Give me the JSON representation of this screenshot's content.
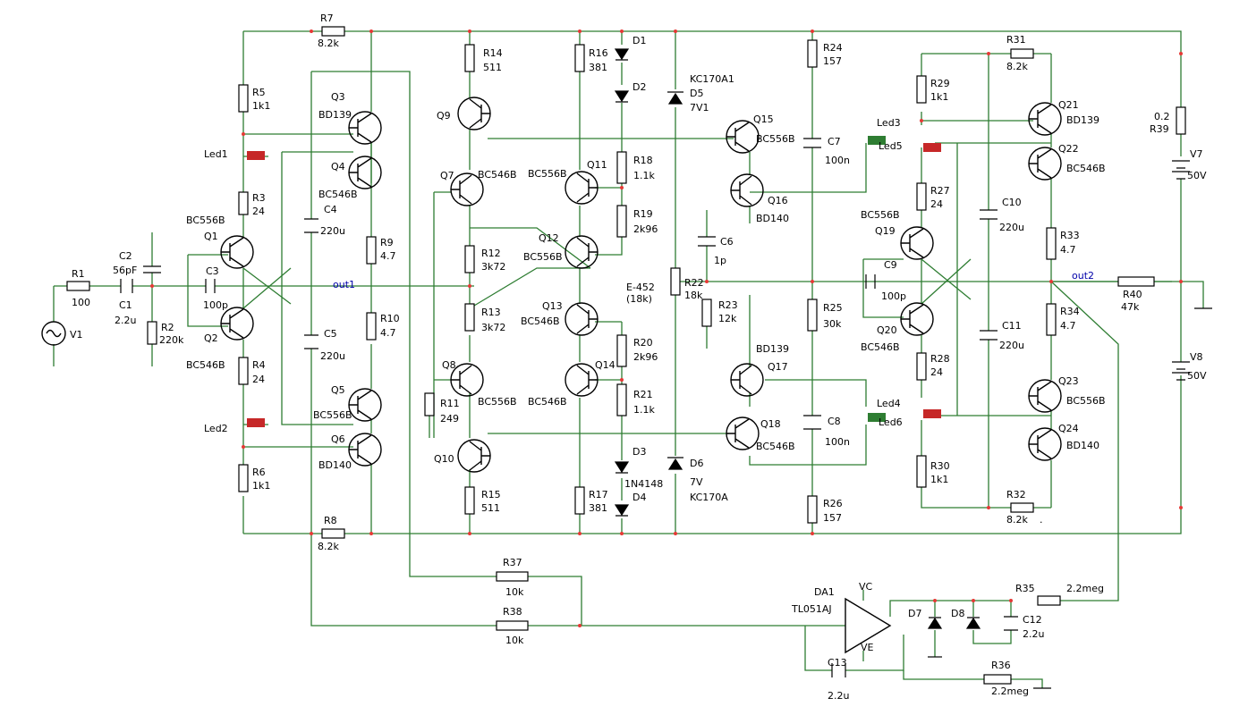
{
  "labels": {
    "R1": "R1",
    "R1v": "100",
    "R2": "R2",
    "R2v": "220k",
    "R3": "R3",
    "R3v": "24",
    "R4": "R4",
    "R4v": "24",
    "R5": "R5",
    "R5v": "1k1",
    "R6": "R6",
    "R6v": "1k1",
    "R7": "R7",
    "R7v": "8.2k",
    "R8": "R8",
    "R8v": "8.2k",
    "R9": "R9",
    "R9v": "4.7",
    "R10": "R10",
    "R10v": "4.7",
    "R11": "R11",
    "R11v": "249",
    "R12": "R12",
    "R12v": "3k72",
    "R13": "R13",
    "R13v": "3k72",
    "R14": "R14",
    "R14v": "511",
    "R15": "R15",
    "R15v": "511",
    "R16": "R16",
    "R16v": "381",
    "R17": "R17",
    "R17v": "381",
    "R18": "R18",
    "R18v": "1.1k",
    "R19": "R19",
    "R19v": "2k96",
    "R20": "R20",
    "R20v": "2k96",
    "R21": "R21",
    "R21v": "1.1k",
    "R22": "R22",
    "R22v": "18k",
    "R23": "R23",
    "R23v": "12k",
    "R24": "R24",
    "R24v": "157",
    "R25": "R25",
    "R25v": "30k",
    "R26": "R26",
    "R26v": "157",
    "R27": "R27",
    "R27v": "24",
    "R28": "R28",
    "R28v": "24",
    "R29": "R29",
    "R29v": "1k1",
    "R30": "R30",
    "R30v": "1k1",
    "R31": "R31",
    "R31v": "8.2k",
    "R32": "R32",
    "R32v": "8.2k",
    "R33": "R33",
    "R33v": "4.7",
    "R34": "R34",
    "R34v": "4.7",
    "R35": "R35",
    "R35v": "2.2meg",
    "R36": "R36",
    "R36v": "2.2meg",
    "R37": "R37",
    "R37v": "10k",
    "R38": "R38",
    "R38v": "10k",
    "R39": "R39",
    "R39v": "0.2",
    "R40": "R40",
    "R40v": "47k",
    "C1": "C1",
    "C1v": "2.2u",
    "C2": "C2",
    "C2v": "56pF",
    "C3": "C3",
    "C3v": "100p",
    "C4": "C4",
    "C4v": "220u",
    "C5": "C5",
    "C5v": "220u",
    "C6": "C6",
    "C6v": "1p",
    "C7": "C7",
    "C7v": "100n",
    "C8": "C8",
    "C8v": "100n",
    "C9": "C9",
    "C9v": "100p",
    "C10": "C10",
    "C10v": "220u",
    "C11": "C11",
    "C11v": "220u",
    "C12": "C12",
    "C12v": "2.2u",
    "C13": "C13",
    "C13v": "2.2u",
    "Q1": "Q1",
    "Q1t": "BC556B",
    "Q2": "Q2",
    "Q2t": "BC546B",
    "Q3": "Q3",
    "Q3t": "BD139",
    "Q4": "Q4",
    "Q4t": "BC546B",
    "Q5": "Q5",
    "Q5t": "BC556B",
    "Q6": "Q6",
    "Q6t": "BD140",
    "Q7": "Q7",
    "Q7t": "BC546B",
    "Q8": "Q8",
    "Q8t": "BC556B",
    "Q9": "Q9",
    "Q10": "Q10",
    "Q11": "Q11",
    "Q11t": "BC556B",
    "Q12": "Q12",
    "Q12t": "BC556B",
    "Q13": "Q13",
    "Q13t": "BC546B",
    "Q14": "Q14",
    "Q14t": "BC546B",
    "Q15": "Q15",
    "Q15t": "BC556B",
    "Q16": "Q16",
    "Q16t": "BD140",
    "Q17": "Q17",
    "Q17t": "BD139",
    "Q18": "Q18",
    "Q18t": "BC546B",
    "Q19": "Q19",
    "Q19t": "BC556B",
    "Q20": "Q20",
    "Q20t": "BC546B",
    "Q21": "Q21",
    "Q21t": "BD139",
    "Q22": "Q22",
    "Q22t": "BC546B",
    "Q23": "Q23",
    "Q23t": "BC556B",
    "Q24": "Q24",
    "Q24t": "BD140",
    "D1": "D1",
    "D2": "D2",
    "D3": "D3",
    "D4": "D4",
    "D34t": "1N4148",
    "D5": "D5",
    "D5t": "KC170A1",
    "D5v": "7V1",
    "D6": "D6",
    "D6v": "7V",
    "D6t": "KC170A",
    "D7": "D7",
    "D8": "D8",
    "Led1": "Led1",
    "Led2": "Led2",
    "Led3": "Led3",
    "Led4": "Led4",
    "Led5": "Led5",
    "Led6": "Led6",
    "V1": "V1",
    "V7": "V7",
    "V7v": "50V",
    "V8": "V8",
    "V8v": "50V",
    "DA1": "DA1",
    "DA1t": "TL051AJ",
    "VC": "VC",
    "VE": "VE",
    "out1": "out1",
    "out2": "out2",
    "E452": "E-452",
    "E452v": "(18k)",
    "dot": "."
  }
}
